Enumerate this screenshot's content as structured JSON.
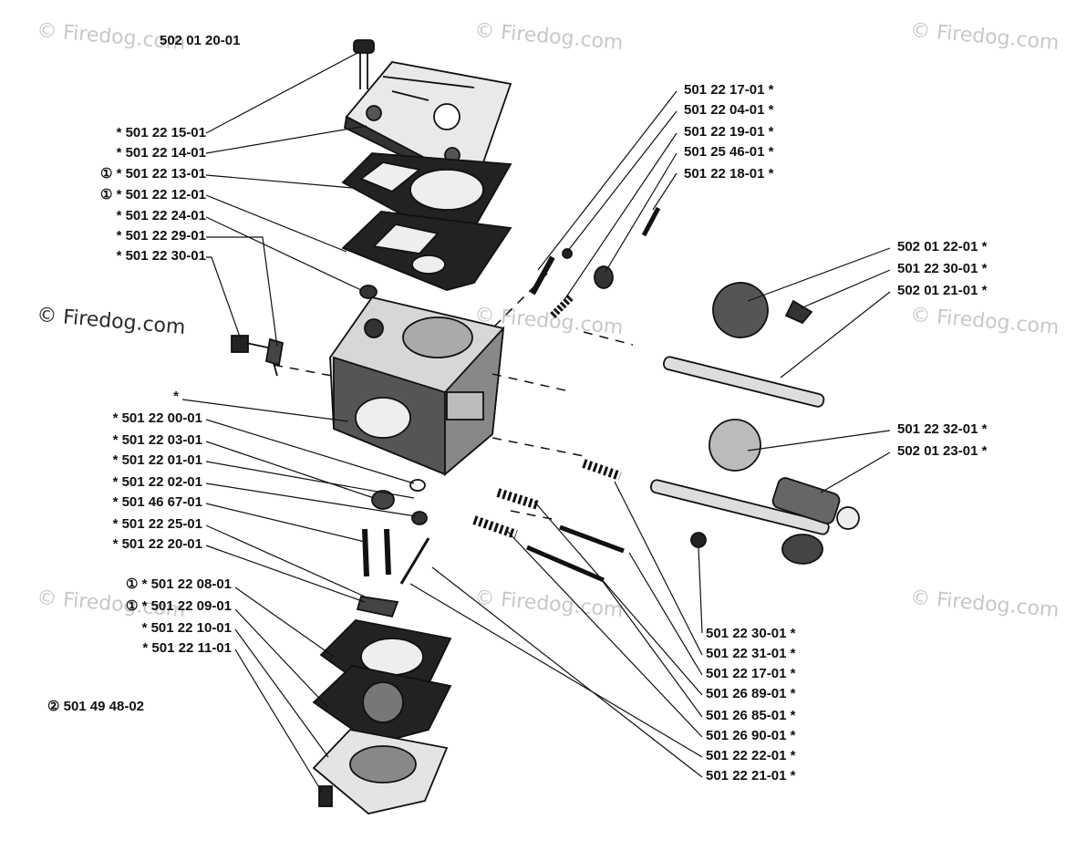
{
  "watermark": "© Firedog.com",
  "assembly_no": "502 01 20-01",
  "note_no": "② 501 49 48-02",
  "left_top_labels": [
    {
      "text": "* 501 22 15-01"
    },
    {
      "text": "* 501 22 14-01"
    },
    {
      "text": "① * 501 22 13-01"
    },
    {
      "text": "① * 501 22 12-01"
    },
    {
      "text": "* 501 22 24-01"
    },
    {
      "text": "* 501 22 29-01"
    },
    {
      "text": "* 501 22 30-01"
    }
  ],
  "left_mid_labels": [
    {
      "text": "*"
    },
    {
      "text": "* 501 22 00-01"
    },
    {
      "text": "* 501 22 03-01"
    },
    {
      "text": "* 501 22 01-01"
    },
    {
      "text": "* 501 22 02-01"
    },
    {
      "text": "* 501 46 67-01"
    },
    {
      "text": "* 501 22 25-01"
    },
    {
      "text": "* 501 22 20-01"
    }
  ],
  "left_bottom_labels": [
    {
      "text": "① * 501 22 08-01"
    },
    {
      "text": "① * 501 22 09-01"
    },
    {
      "text": "* 501 22 10-01"
    },
    {
      "text": "* 501 22 11-01"
    }
  ],
  "right_top_labels": [
    {
      "text": "501 22 17-01 *"
    },
    {
      "text": "501 22 04-01 *"
    },
    {
      "text": "501 22 19-01 *"
    },
    {
      "text": "501 25 46-01 *"
    },
    {
      "text": "501 22 18-01 *"
    }
  ],
  "right_mid_labels": [
    {
      "text": "502 01 22-01 *"
    },
    {
      "text": "501 22 30-01 *"
    },
    {
      "text": "502 01 21-01 *"
    }
  ],
  "right_mid2_labels": [
    {
      "text": "501 22 32-01 *"
    },
    {
      "text": "502 01 23-01 *"
    }
  ],
  "right_bottom_labels": [
    {
      "text": "501 22 30-01 *"
    },
    {
      "text": "501 22 31-01 *"
    },
    {
      "text": "501 22 17-01 *"
    },
    {
      "text": "501 26 89-01 *"
    },
    {
      "text": "501 26 85-01 *"
    },
    {
      "text": "501 26 90-01 *"
    },
    {
      "text": "501 22 22-01 *"
    },
    {
      "text": "501 22 21-01 *"
    }
  ]
}
